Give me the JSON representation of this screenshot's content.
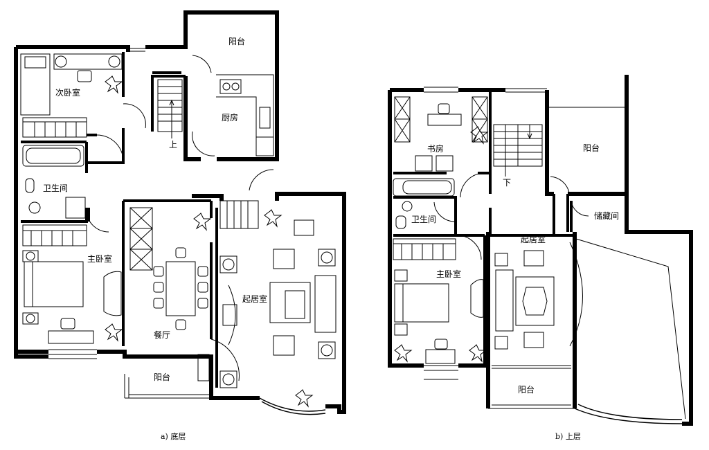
{
  "floor_a": {
    "caption": "a) 底层",
    "rooms": {
      "balcony_top": "阳台",
      "second_bedroom": "次卧室",
      "kitchen": "厨房",
      "stair_up": "上",
      "bathroom": "卫生间",
      "master_bedroom": "主卧室",
      "living_room": "起居室",
      "dining": "餐厅",
      "balcony_bottom": "阳台"
    }
  },
  "floor_b": {
    "caption": "b) 上层",
    "rooms": {
      "study": "书房",
      "balcony_right": "阳台",
      "stair_down": "下",
      "bathroom": "卫生间",
      "storage": "储藏间",
      "living_room": "起居室",
      "master_bedroom": "主卧室",
      "balcony_bottom": "阳台"
    }
  },
  "colors": {
    "ink": "#000000",
    "paper": "#ffffff"
  }
}
